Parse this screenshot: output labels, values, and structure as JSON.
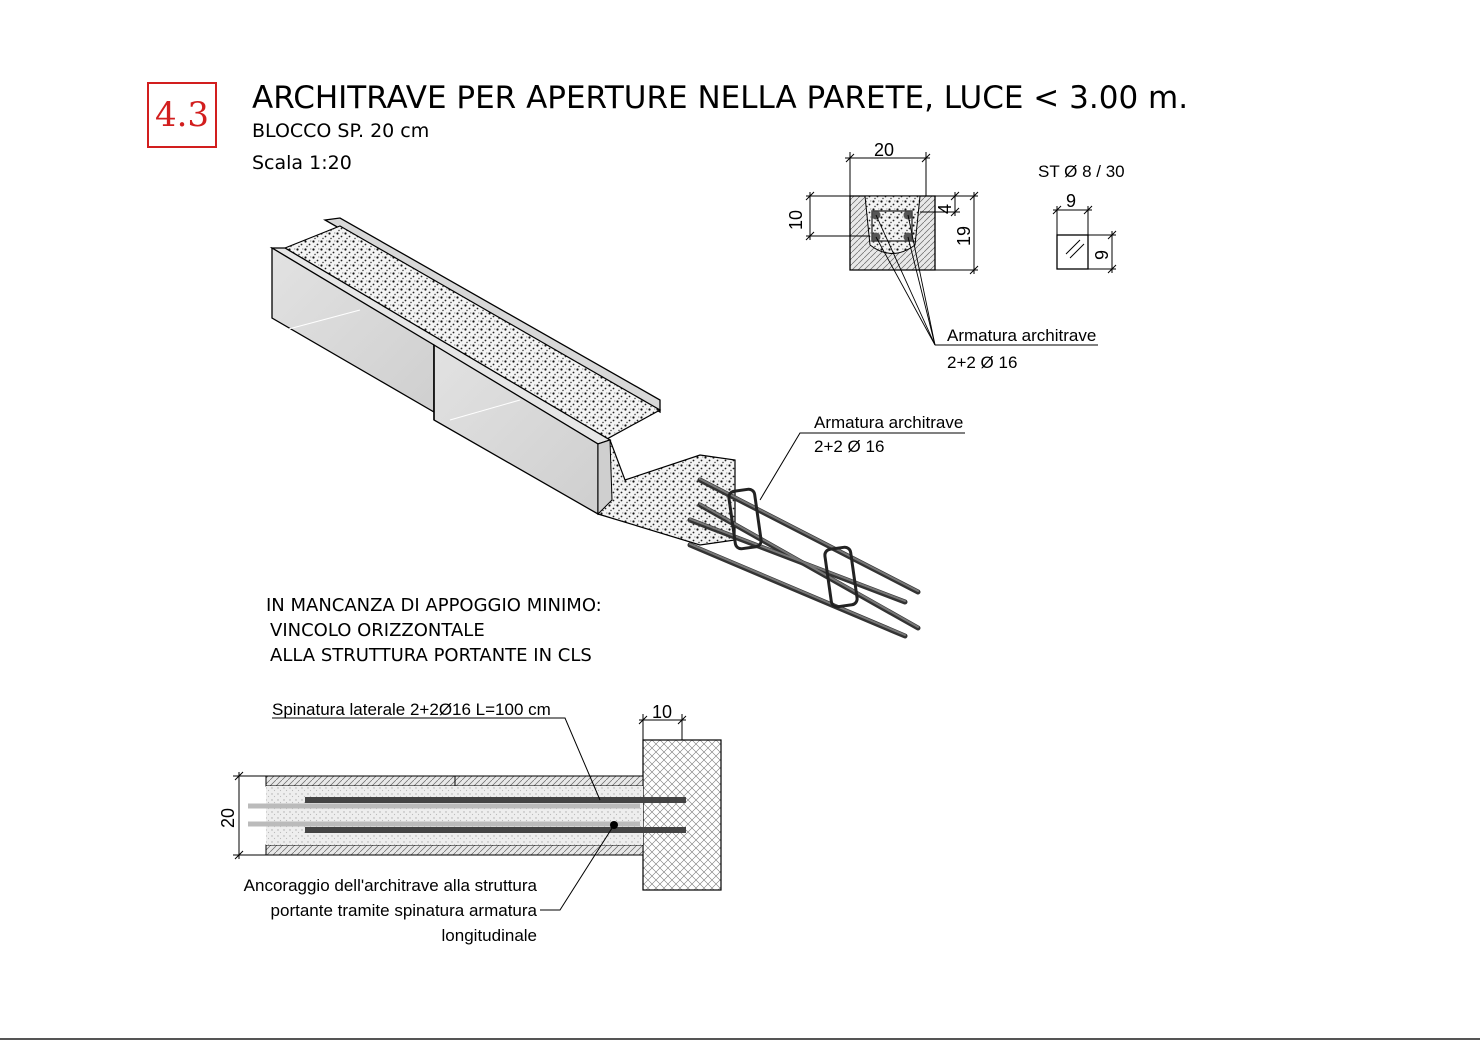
{
  "header": {
    "section_number": "4.3",
    "title": "ARCHITRAVE PER APERTURE NELLA PARETE, LUCE < 3.00 m.",
    "subtitle": "BLOCCO SP. 20 cm",
    "scale": "Scala 1:20"
  },
  "section_detail": {
    "width_dim": "20",
    "upper_height_dim": "10",
    "top_cover_dim": "4",
    "total_height_dim": "19",
    "rebar_label_line1": "Armatura architrave",
    "rebar_label_line2": "2+2 Ø 16"
  },
  "stirrup_detail": {
    "label": "ST Ø 8 / 30",
    "width_dim": "9",
    "height_dim": "9"
  },
  "axonometric": {
    "rebar_label_line1": "Armatura architrave",
    "rebar_label_line2": "2+2 Ø 16"
  },
  "notes": {
    "line1": "IN MANCANZA DI APPOGGIO MINIMO:",
    "line2": "VINCOLO ORIZZONTALE",
    "line3": "ALLA STRUTTURA PORTANTE IN CLS"
  },
  "plan_detail": {
    "dowel_label": "Spinatura laterale 2+2Ø16 L=100 cm",
    "support_dim": "10",
    "width_dim": "20",
    "anchor_line1": "Ancoraggio dell'architrave alla struttura",
    "anchor_line2": "portante tramite spinatura armatura",
    "anchor_line3": "longitudinale"
  },
  "colors": {
    "badge_red": "#d21e1e",
    "concrete_fill": "#dcdcdc",
    "rebar_dark": "#444444"
  }
}
